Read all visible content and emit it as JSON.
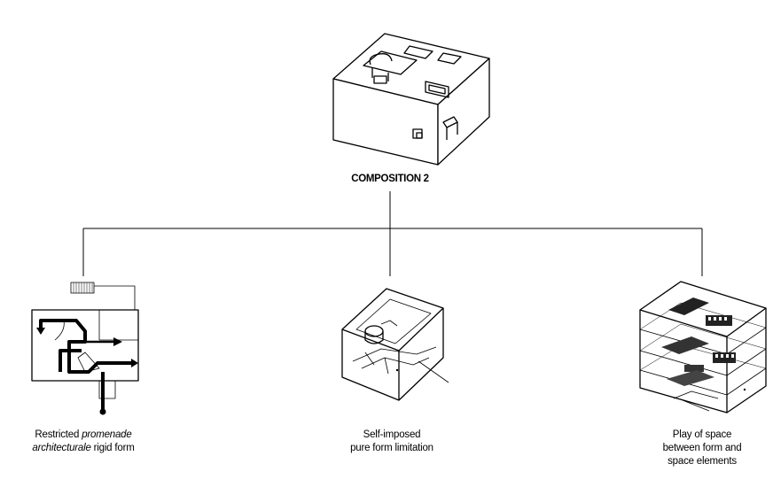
{
  "root": {
    "label": "COMPOSITION 2"
  },
  "children": [
    {
      "line1_plain": "Restricted ",
      "line1_italic": "promenade",
      "line2_italic": "architecturale",
      "line2_plain": " rigid form"
    },
    {
      "line1": "Self-imposed",
      "line2": "pure form limitation"
    },
    {
      "line1": "Play of space",
      "line2": "between form and",
      "line3": "space elements"
    }
  ]
}
